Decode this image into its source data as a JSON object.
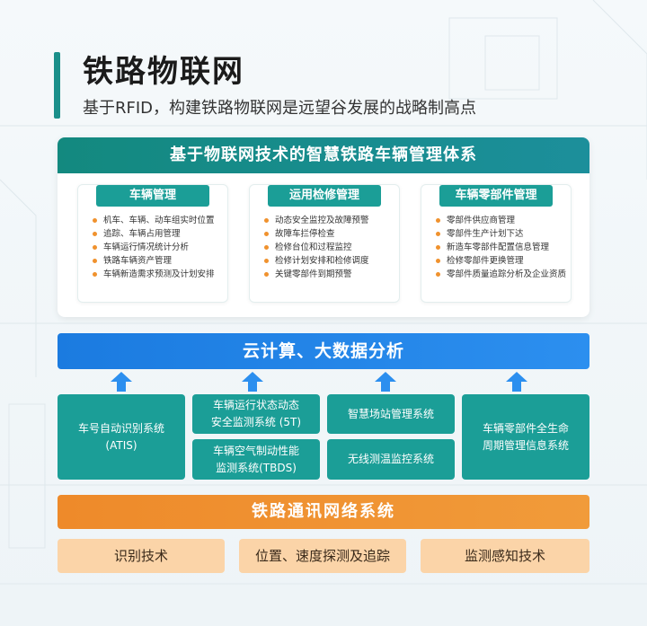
{
  "header": {
    "title": "铁路物联网",
    "subtitle": "基于RFID，构建铁路物联网是远望谷发展的战略制高点"
  },
  "panel": {
    "title": "基于物联网技术的智慧铁路车辆管理体系",
    "cards": [
      {
        "title": "车辆管理",
        "items": [
          "机车、车辆、动车组实时位置",
          "追踪、车辆占用管理",
          "车辆运行情况统计分析",
          "铁路车辆资产管理",
          "车辆新造需求预测及计划安排"
        ]
      },
      {
        "title": "运用检修管理",
        "items": [
          "动态安全监控及故障预警",
          "故障车拦停检查",
          "检修台位和过程监控",
          "检修计划安排和检修调度",
          "关键零部件到期预警"
        ]
      },
      {
        "title": "车辆零部件管理",
        "items": [
          "零部件供应商管理",
          "零部件生产计划下达",
          "新造车零部件配置信息管理",
          "检修零部件更换管理",
          "零部件质量追踪分析及企业资质"
        ]
      }
    ]
  },
  "cloud": {
    "label": "云计算、大数据分析"
  },
  "systems": {
    "atis": {
      "line1": "车号自动识别系统",
      "line2": "(ATIS)"
    },
    "st_5t": {
      "line1": "车辆运行状态动态",
      "line2": "安全监测系统 (5T)"
    },
    "tbds": {
      "line1": "车辆空气制动性能",
      "line2": "监测系统(TBDS)"
    },
    "station": {
      "label": "智慧场站管理系统"
    },
    "wireless": {
      "label": "无线测温监控系统"
    },
    "lifecycle": {
      "line1": "车辆零部件全生命",
      "line2": "周期管理信息系统"
    }
  },
  "network": {
    "label": "铁路通讯网络系统"
  },
  "technologies": [
    "识别技术",
    "位置、速度探测及追踪",
    "监测感知技术"
  ],
  "colors": {
    "teal": "#1b9e97",
    "blue": "#1b7be0",
    "orange": "#ee8a2a",
    "light_orange": "#fbd4a8",
    "bullet": "#f0922e"
  }
}
